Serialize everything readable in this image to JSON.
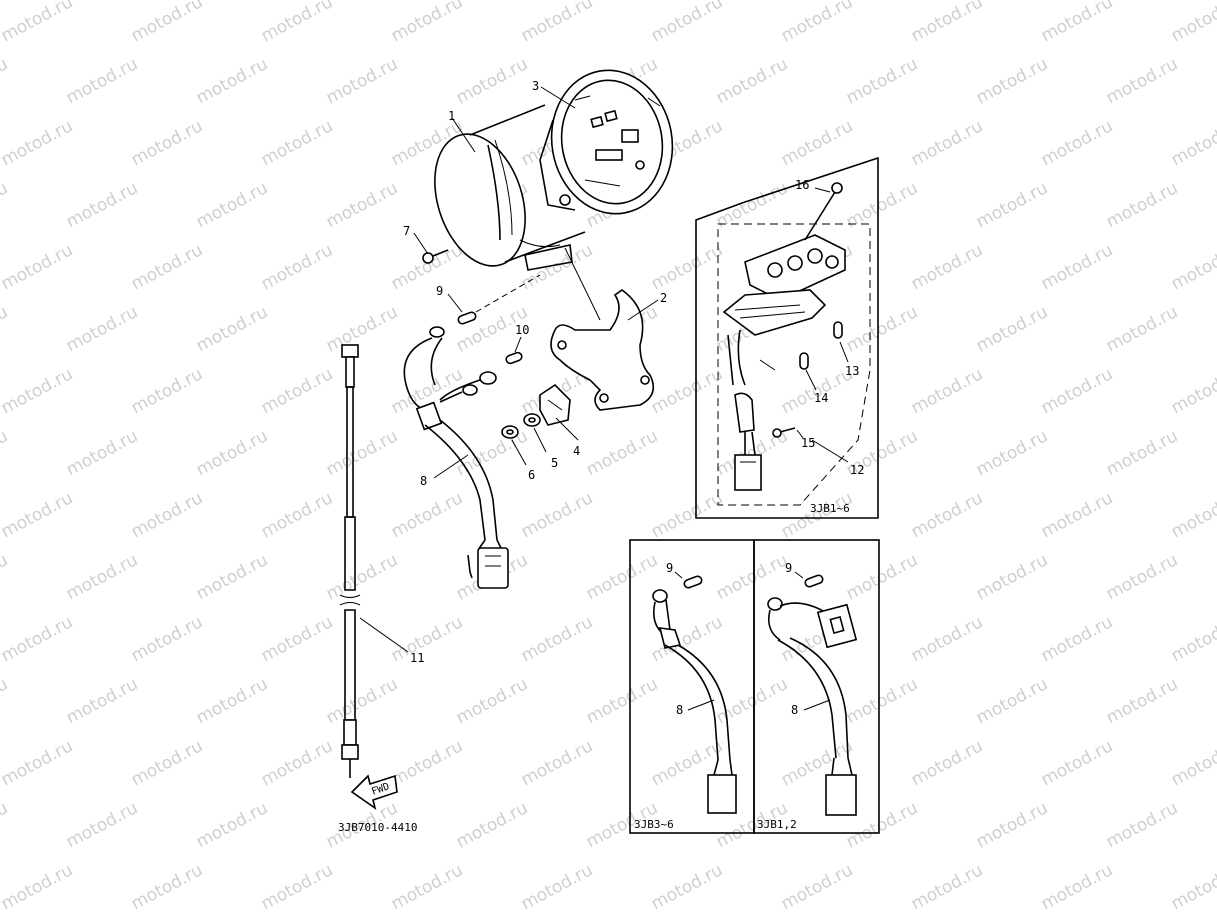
{
  "watermark": "motod.ru",
  "diagram_code": "3JB7010-4410",
  "fwd_label": "FWD",
  "callouts": {
    "c1": "1",
    "c2": "2",
    "c3": "3",
    "c4": "4",
    "c5": "5",
    "c6": "6",
    "c7": "7",
    "c8": "8",
    "c9": "9",
    "c10": "10",
    "c11": "11",
    "c12": "12",
    "c13": "13",
    "c14": "14",
    "c15": "15",
    "c16": "16"
  },
  "inset_top": {
    "model": "3JB1~6",
    "callouts": [
      "12",
      "13",
      "14",
      "15",
      "16"
    ]
  },
  "inset_bottom_left": {
    "model": "3JB3~6",
    "callouts": [
      "8",
      "9"
    ]
  },
  "inset_bottom_right": {
    "model": "3JB1,2",
    "callouts": [
      "8",
      "9"
    ]
  }
}
